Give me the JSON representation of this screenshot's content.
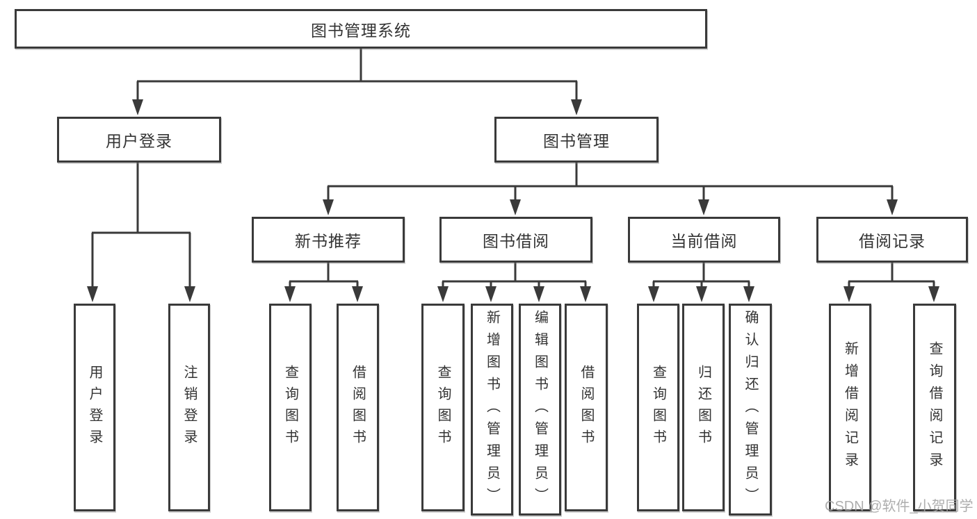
{
  "diagram": {
    "root": {
      "label": "图书管理系统",
      "children": [
        {
          "label": "用户登录",
          "children": [
            {
              "label": "用户登录"
            },
            {
              "label": "注销登录"
            }
          ]
        },
        {
          "label": "图书管理",
          "children": [
            {
              "label": "新书推荐",
              "children": [
                {
                  "label": "查询图书"
                },
                {
                  "label": "借阅图书"
                }
              ]
            },
            {
              "label": "图书借阅",
              "children": [
                {
                  "label": "查询图书"
                },
                {
                  "label": "新增图书（管理员）"
                },
                {
                  "label": "编辑图书（管理员）"
                },
                {
                  "label": "借阅图书"
                }
              ]
            },
            {
              "label": "当前借阅",
              "children": [
                {
                  "label": "查询图书"
                },
                {
                  "label": "归还图书"
                },
                {
                  "label": "确认归还（管理员）"
                }
              ]
            },
            {
              "label": "借阅记录",
              "children": [
                {
                  "label": "新增借阅记录"
                },
                {
                  "label": "查询借阅记录"
                }
              ]
            }
          ]
        }
      ]
    }
  },
  "watermark": {
    "text": "CSDN @软件_小贺同学"
  },
  "colors": {
    "line": "#3a3a3a",
    "box_border": "#3a3a3a",
    "text": "#333333",
    "watermark": "#a5a5a5",
    "background": "#ffffff"
  }
}
